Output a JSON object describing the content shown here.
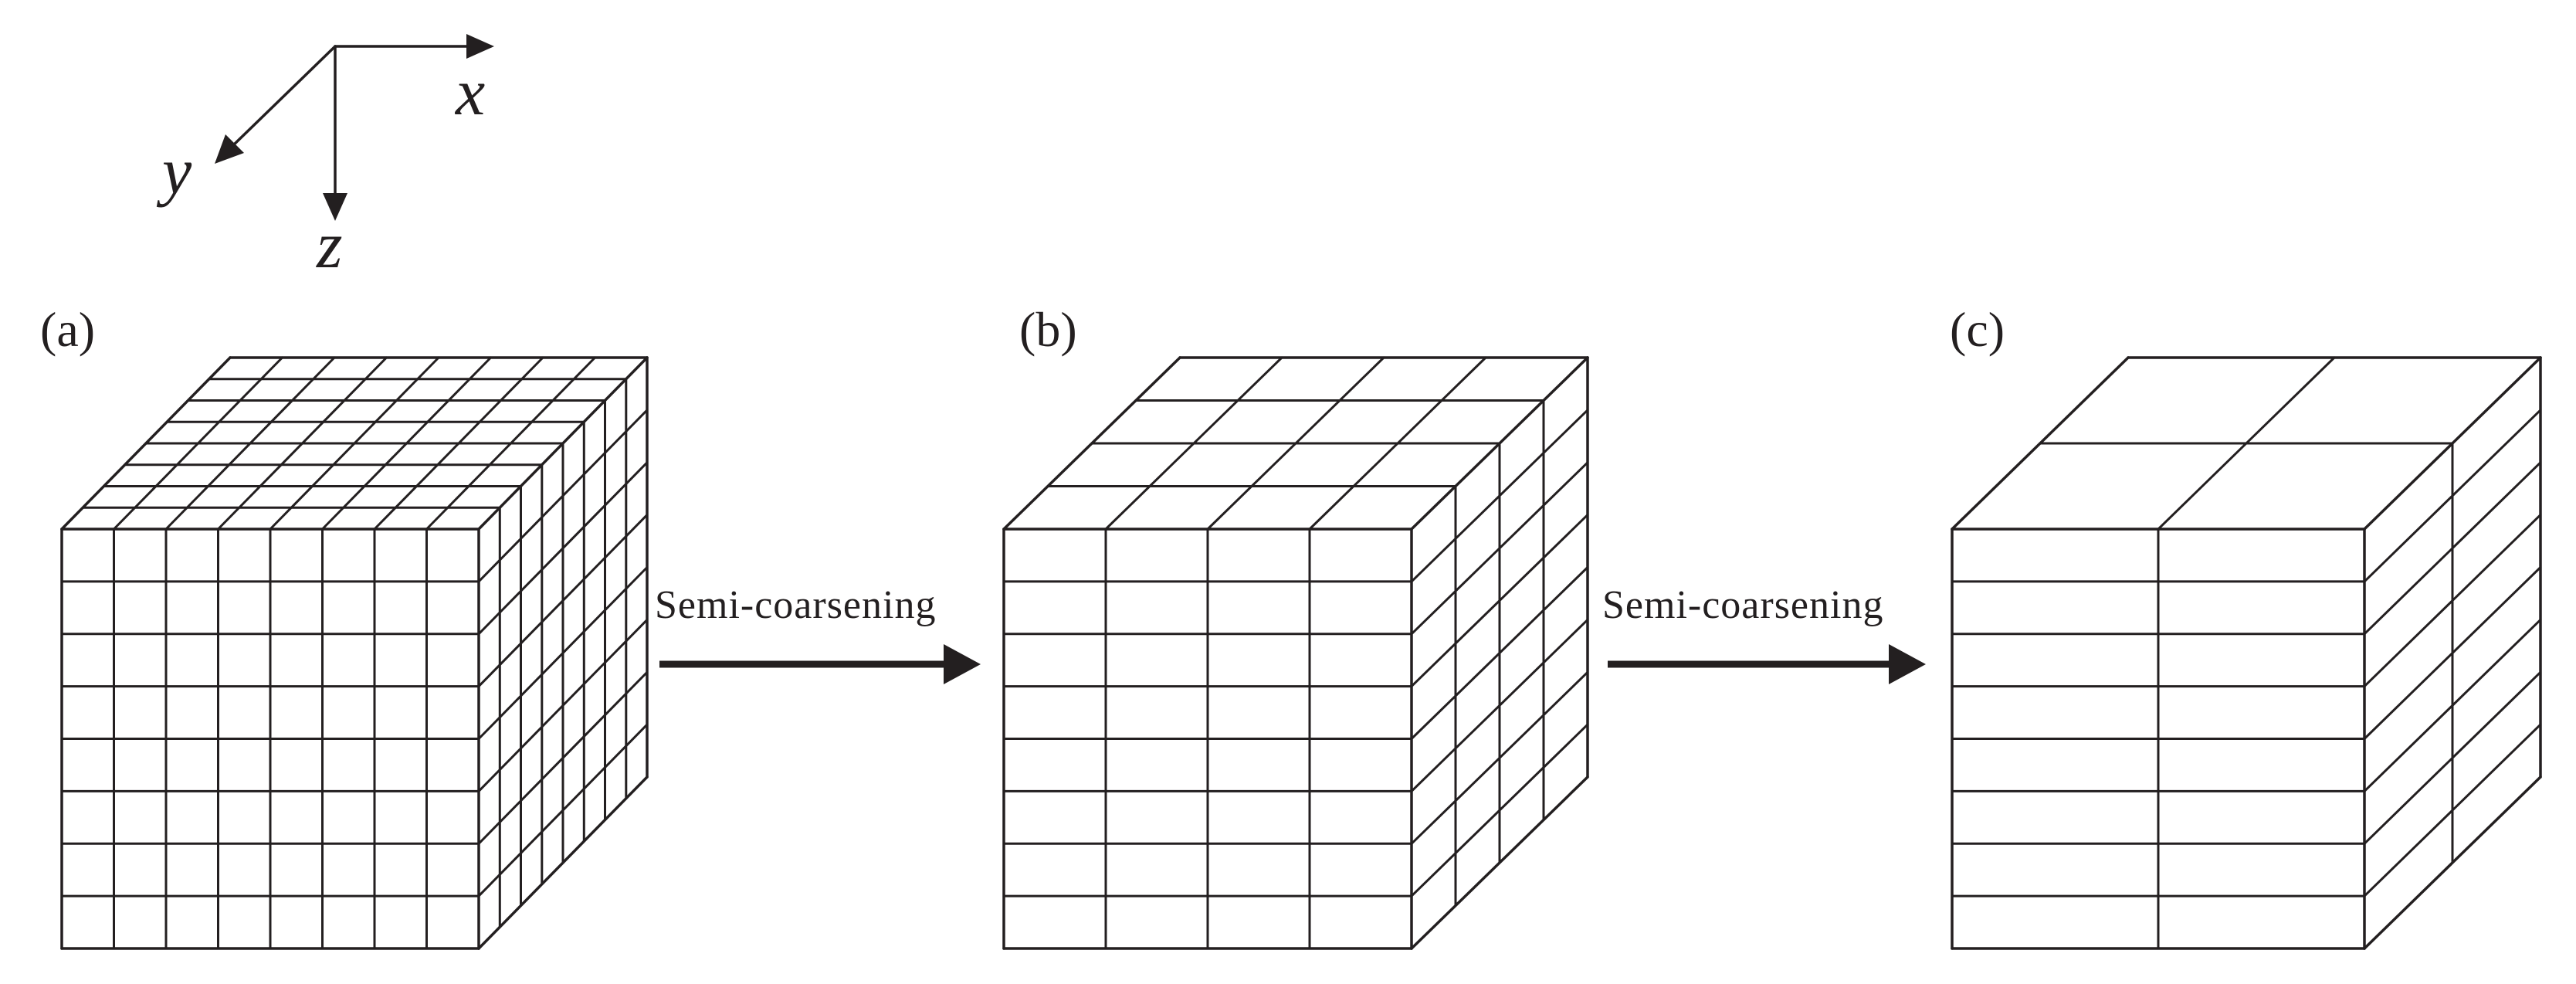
{
  "axes": {
    "x_label": "x",
    "y_label": "y",
    "z_label": "z"
  },
  "panels": [
    {
      "label": "(a)",
      "nx": 8,
      "ny": 8,
      "nz": 8
    },
    {
      "label": "(b)",
      "nx": 4,
      "ny": 4,
      "nz": 8
    },
    {
      "label": "(c)",
      "nx": 2,
      "ny": 2,
      "nz": 8
    }
  ],
  "transitions": [
    {
      "label": "Semi-coarsening"
    },
    {
      "label": "Semi-coarsening"
    }
  ],
  "colors": {
    "line": "#231f20",
    "background": "#ffffff"
  }
}
